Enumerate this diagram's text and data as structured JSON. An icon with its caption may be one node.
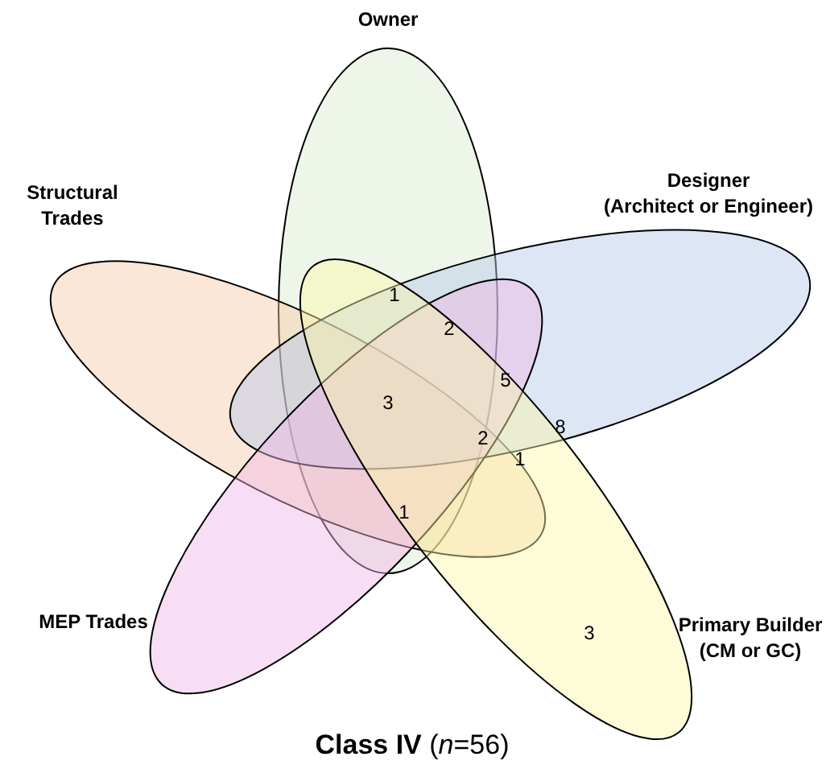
{
  "diagram": {
    "caption": "**Class IV** (*n*=56)",
    "nodes": [
      {
        "text": [
          "Owner"
        ]
      },
      {
        "text": [
          "Structural Trades"
        ]
      },
      {
        "text": [
          "Designer",
          "(Architect or Engineer)"
        ]
      },
      {
        "text": [
          "MEP Trades"
        ]
      },
      {
        "text": [
          "Primary Builder",
          "(CM or GC)"
        ]
      }
    ],
    "labels": [
      "1",
      "2",
      "5",
      "3",
      "2",
      "1",
      "8",
      "1",
      "3"
    ]
  }
}
